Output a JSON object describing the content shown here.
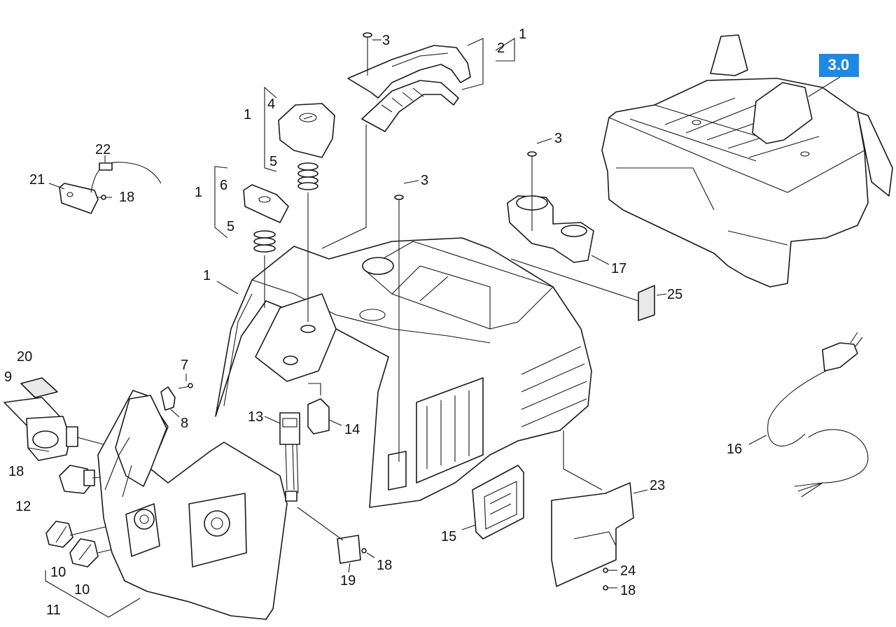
{
  "assembly_badge": {
    "label": "3.0",
    "color": "#1e88e5"
  },
  "colors": {
    "line": "#1a1a1a",
    "badge": "#1e88e5",
    "background": "#ffffff"
  },
  "callouts": {
    "c1_top": "1",
    "c2_top": "2",
    "c3_handle": "3",
    "c1_cap4": "1",
    "c4": "4",
    "c5_upper": "5",
    "c1_cap6": "1",
    "c6": "6",
    "c5_lower": "5",
    "c1_housing": "1",
    "c3_mid": "3",
    "c3_holder": "3",
    "c22": "22",
    "c21": "21",
    "c18_cable": "18",
    "c17": "17",
    "c25": "25",
    "c7": "7",
    "c8": "8",
    "c20": "20",
    "c9": "9",
    "c18_socket": "18",
    "c12": "12",
    "c13": "13",
    "c14": "14",
    "c10_a": "10",
    "c10_b": "10",
    "c11": "11",
    "c19": "19",
    "c18_plate": "18",
    "c15": "15",
    "c23": "23",
    "c24": "24",
    "c18_bottom": "18",
    "c16": "16"
  }
}
